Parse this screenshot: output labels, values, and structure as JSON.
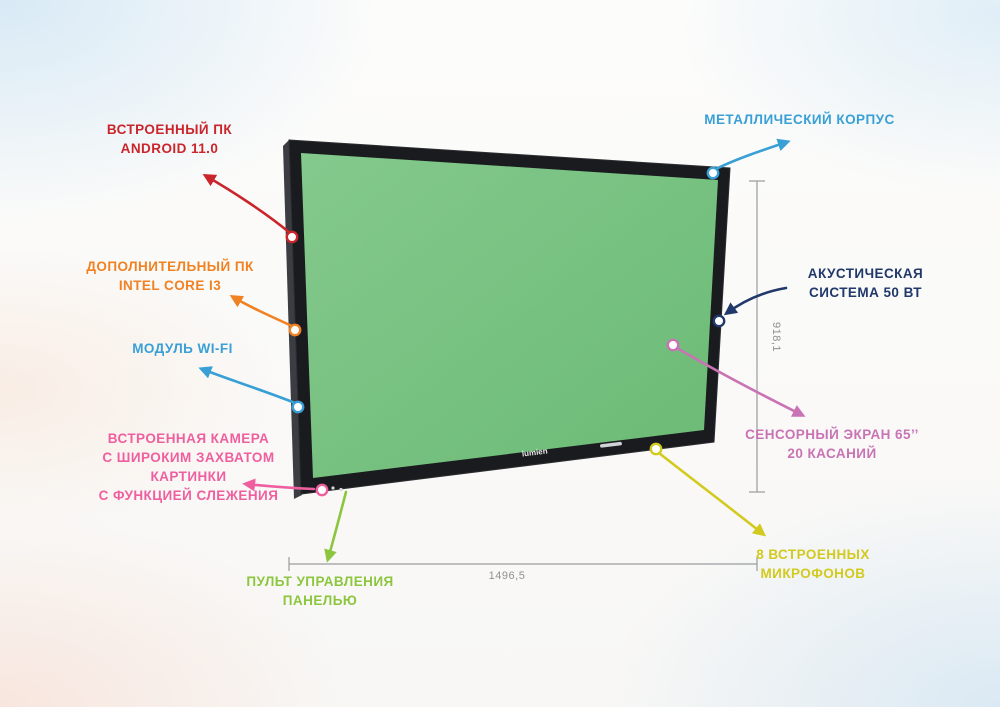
{
  "title": "Interactive panel features infographic",
  "callouts": {
    "builtin_pc": {
      "label": "ВСТРОЕННЫЙ ПК\nANDROID 11.0"
    },
    "additional_pc": {
      "label": "ДОПОЛНИТЕЛЬНЫЙ ПК\nINTEL CORE I3"
    },
    "wifi": {
      "label": "МОДУЛЬ WI-FI"
    },
    "camera": {
      "label": "ВСТРОЕННАЯ КАМЕРА\nС ШИРОКИМ ЗАХВАТОМ\nКАРТИНКИ\nС ФУНКЦИЕЙ СЛЕЖЕНИЯ"
    },
    "remote": {
      "label": "ПУЛЬТ УПРАВЛЕНИЯ\nПАНЕЛЬЮ"
    },
    "metallic": {
      "label": "МЕТАЛЛИЧЕСКИЙ КОРПУС"
    },
    "acoustic": {
      "label": "АКУСТИЧЕСКАЯ\nСИСТЕМА 50 ВТ"
    },
    "touchscreen": {
      "label": "СЕНСОРНЫЙ ЭКРАН 65’’\n20 КАСАНИЙ"
    },
    "microphones": {
      "label": "8 ВСТРОЕННЫХ\nМИКРОФОНОВ"
    }
  },
  "dimensions": {
    "height_mm": "918,1",
    "width_mm": "1496,5"
  },
  "device": {
    "logo_text": "lumien",
    "screen_color": "#77c17f"
  },
  "accent_colors": {
    "red": "#c9252b",
    "orange": "#f08223",
    "blue": "#39a0d6",
    "pink": "#ef5f9f",
    "green": "#8cc63e",
    "navy": "#21386b",
    "violet": "#c973b4",
    "yellow": "#d2ca1f",
    "dimension_gray": "#8f9093"
  }
}
